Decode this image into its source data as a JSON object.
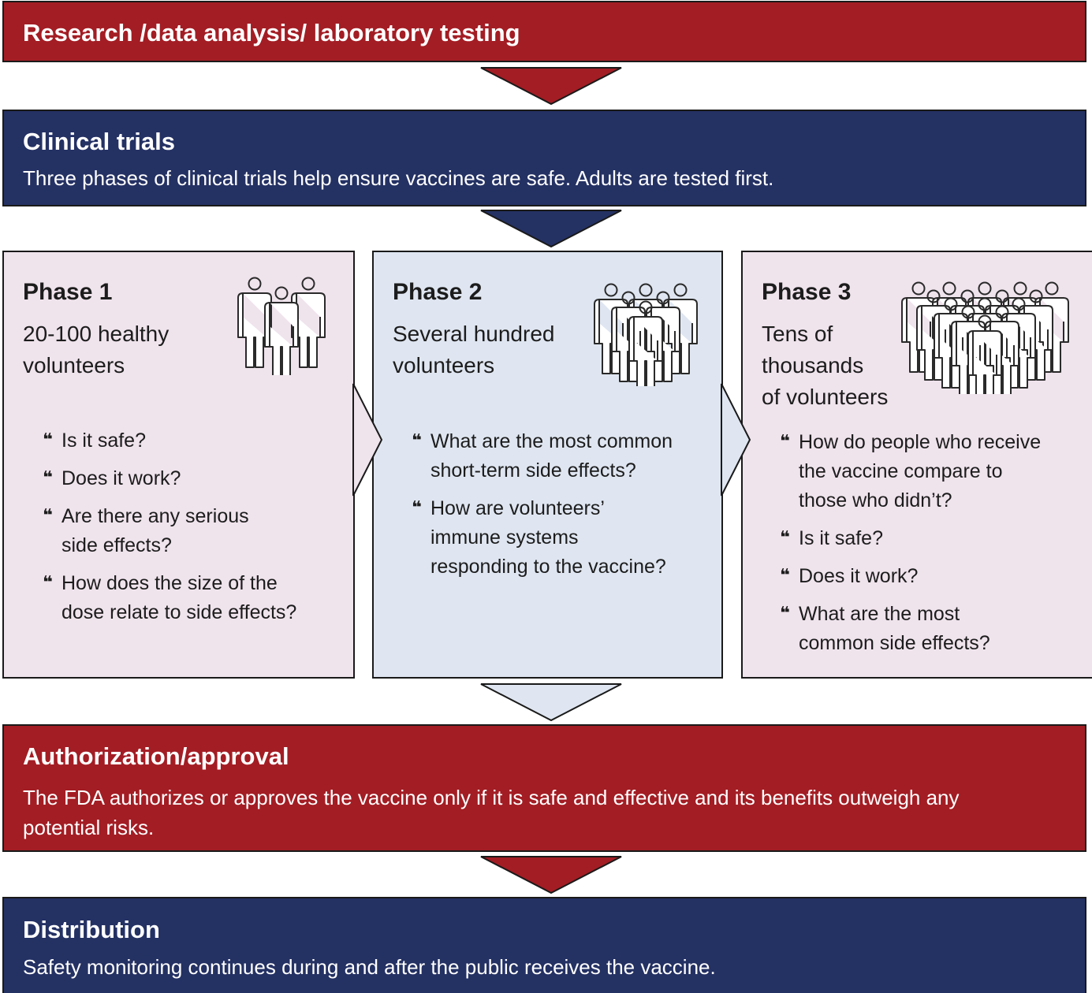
{
  "research": {
    "title": "Research /data analysis/ laboratory testing"
  },
  "clinical": {
    "title": "Clinical trials",
    "description": "Three phases of clinical trials help ensure vaccines are safe. Adults are tested first."
  },
  "phases": [
    {
      "title": "Phase 1",
      "subtitle_lines": [
        "20-100 healthy",
        "volunteers"
      ],
      "bullets": [
        [
          "Is it safe?"
        ],
        [
          "Does it work?"
        ],
        [
          "Are there any serious",
          "side effects?"
        ],
        [
          "How does the size of the",
          "dose relate to side effects?"
        ]
      ]
    },
    {
      "title": "Phase 2",
      "subtitle_lines": [
        "Several hundred",
        "volunteers"
      ],
      "bullets": [
        [
          "What are the most common",
          "short-term side effects?"
        ],
        [
          "How are volunteers’",
          "immune systems",
          "responding to the vaccine?"
        ]
      ]
    },
    {
      "title": "Phase 3",
      "subtitle_lines": [
        "Tens of",
        "thousands",
        "of volunteers"
      ],
      "bullets": [
        [
          "How do people who receive",
          "the vaccine compare to",
          "those who didn’t?"
        ],
        [
          "Is it safe?"
        ],
        [
          "Does it work?"
        ],
        [
          "What are the most",
          "common side effects?"
        ]
      ]
    }
  ],
  "bullet_glyph": "❝",
  "authorization": {
    "title": "Authorization/approval",
    "description_lines": [
      "The FDA authorizes or approves the vaccine only if it is safe and effective and its benefits outweigh any",
      "potential risks."
    ]
  },
  "distribution": {
    "title": "Distribution",
    "description": "Safety monitoring continues during and after the public receives the vaccine."
  },
  "colors": {
    "red": "#a31d24",
    "navy": "#243163",
    "pink_panel": "#efe3ec",
    "blue_panel": "#dfe6f1",
    "border": "#1a1a1a"
  },
  "icons": [
    "people-group-small-icon",
    "people-group-medium-icon",
    "people-group-large-icon"
  ]
}
